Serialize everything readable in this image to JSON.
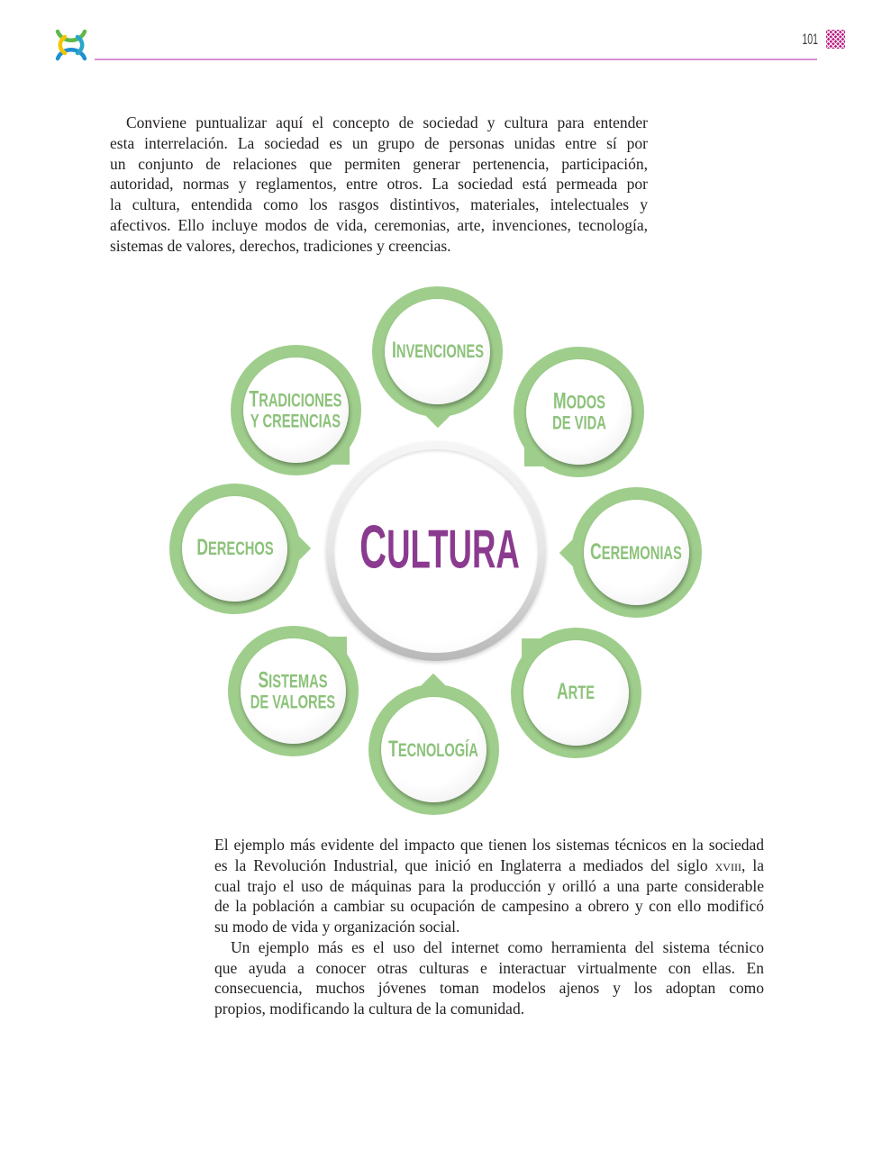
{
  "header": {
    "logo_icon": "interlocking-arcs-logo",
    "page_number": "101",
    "pattern_icon": "magenta-pattern-square"
  },
  "colors": {
    "ring_green": "#9fce8c",
    "label_green": "#8cc27a",
    "center_purple": "#8b3b8f",
    "header_rule": "#d990d4",
    "corner_magenta": "#b8197f"
  },
  "intro": {
    "lines": [
      "Conviene puntualizar aquí el concepto de sociedad y cultura para entender",
      "esta interrelación. La sociedad es un grupo de personas unidas entre sí por",
      "un conjunto de relaciones que permiten generar pertenencia, participación,",
      "autoridad, normas y reglamentos, entre otros. La sociedad está permeada por",
      "la cultura, entendida como los rasgos distintivos, materiales, intelectuales y",
      "afectivos. Ello incluye modos de vida, ceremonias, arte, invenciones, tecnología,",
      "sistemas de valores, derechos, tradiciones y creencias."
    ]
  },
  "diagram": {
    "center": "CULTURA",
    "bubbles": [
      {
        "lines": [
          "INVENCIONES"
        ]
      },
      {
        "lines": [
          "MODOS",
          "DE VIDA"
        ]
      },
      {
        "lines": [
          "CEREMONIAS"
        ]
      },
      {
        "lines": [
          "ARTE"
        ]
      },
      {
        "lines": [
          "TECNOLOGÍA"
        ]
      },
      {
        "lines": [
          "SISTEMAS",
          "DE VALORES"
        ]
      },
      {
        "lines": [
          "DERECHOS"
        ]
      },
      {
        "lines": [
          "TRADICIONES",
          "Y CREENCIAS"
        ]
      }
    ]
  },
  "body": {
    "p1": {
      "lines": [
        "El ejemplo más evidente del impacto que tienen los sistemas técnicos en la sociedad",
        {
          "before": "es la Revolución Industrial, que inició en Inglaterra a mediados del siglo ",
          "smallcaps": "xviii",
          "after": ", la"
        },
        "cual trajo el uso de máquinas para la producción y orilló a una parte considerable",
        "de la población a cambiar su ocupación de campesino a obrero y con ello modificó",
        "su modo de vida y organización social."
      ]
    },
    "p2": {
      "lines": [
        "Un ejemplo más es el uso del internet como herramienta del sistema técnico",
        "que ayuda a conocer otras culturas e interactuar virtualmente con ellas. En",
        "consecuencia, muchos jóvenes toman modelos ajenos y los adoptan como",
        "propios, modificando la cultura de la comunidad."
      ]
    }
  }
}
